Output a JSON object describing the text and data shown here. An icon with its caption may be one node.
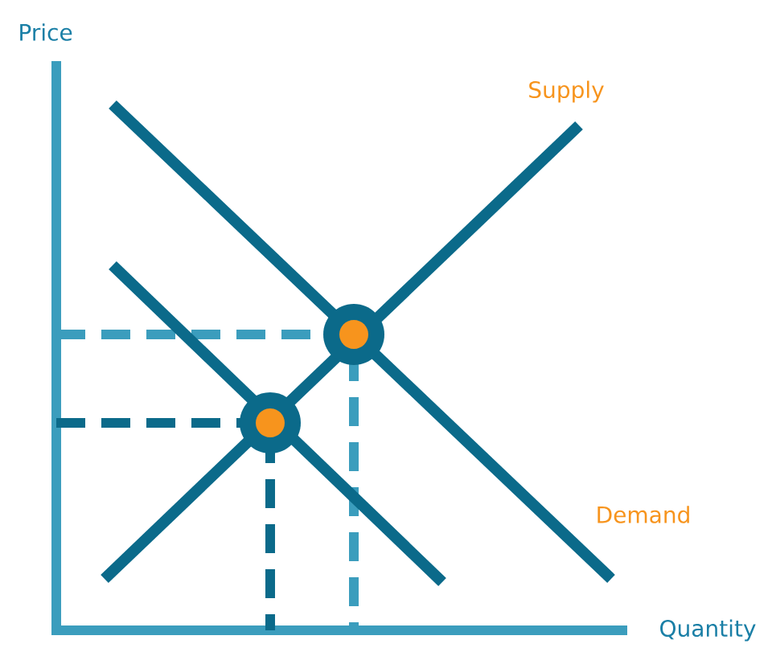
{
  "diagram": {
    "labels": [
      "Price",
      "Supply",
      "Demand",
      "Quantity"
    ]
  }
}
